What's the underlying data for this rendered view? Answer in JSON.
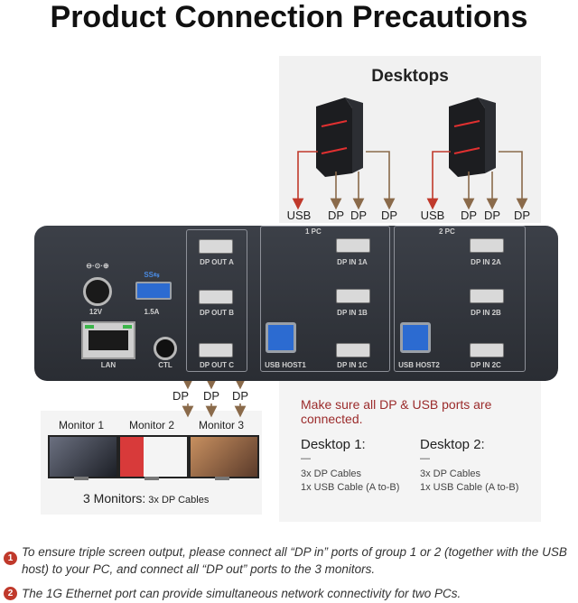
{
  "title": "Product Connection Precautions",
  "desktops_heading": "Desktops",
  "cables": {
    "usb": "USB",
    "dp": "DP"
  },
  "device": {
    "power": "12V",
    "usb_port": "1.5A",
    "lan": "LAN",
    "ctl": "CTL",
    "dp_out": [
      "DP OUT A",
      "DP OUT B",
      "DP OUT C"
    ],
    "group1_tag": "1 PC",
    "group2_tag": "2 PC",
    "group1": {
      "ports": [
        "DP IN 1A",
        "DP IN 1B",
        "DP IN 1C"
      ],
      "usb_host": "USB HOST1"
    },
    "group2": {
      "ports": [
        "DP IN 2A",
        "DP IN 2B",
        "DP IN 2C"
      ],
      "usb_host": "USB HOST2"
    }
  },
  "warning": "Make sure all DP & USB ports are connected.",
  "desktop1": {
    "title": "Desktop 1:",
    "dash": "—",
    "line1": "3x DP Cables",
    "line2": "1x USB Cable (A to-B)"
  },
  "desktop2": {
    "title": "Desktop 2:",
    "dash": "—",
    "line1": "3x DP Cables",
    "line2": "1x USB Cable (A to-B)"
  },
  "monitors": {
    "labels": [
      "Monitor 1",
      "Monitor 2",
      "Monitor 3"
    ],
    "summary_bold": "3 Monitors:",
    "summary_rest": " 3x DP Cables"
  },
  "notes": [
    {
      "num": "1",
      "text": "To ensure triple screen output, please connect all “DP in” ports of group 1 or 2 (together with the USB host) to your PC, and connect all “DP out” ports to the 3 monitors."
    },
    {
      "num": "2",
      "text": "The 1G Ethernet port can provide simultaneous network connectivity for two PCs."
    }
  ],
  "colors": {
    "usb_line": "#c0392b",
    "dp_line": "#8a6a4a",
    "warning": "#9b2b2b",
    "usb_port": "#2c6bd1"
  }
}
